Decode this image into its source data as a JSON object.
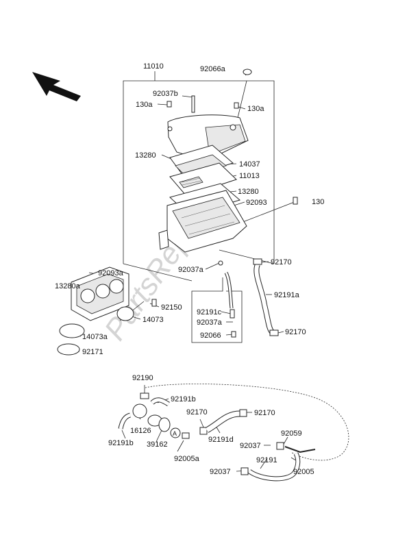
{
  "labels": {
    "p11010": "11010",
    "p92066a": "92066a",
    "p92037b": "92037b",
    "p130a_l": "130a",
    "p130a_r": "130a",
    "p13280_top": "13280",
    "p14037": "14037",
    "p11013": "11013",
    "p13280_mid": "13280",
    "p92093": "92093",
    "p130": "130",
    "p92037a_mid": "92037a",
    "p92170_mid": "92170",
    "p92093a": "92093a",
    "p13280a": "13280a",
    "p92150": "92150",
    "p14073": "14073",
    "p14073a": "14073a",
    "p92171": "92171",
    "p92191a": "92191a",
    "p92191c": "92191c",
    "p92037a_low": "92037a",
    "p92066": "92066",
    "p92170_low": "92170",
    "p92190": "92190",
    "p92191b_top": "92191b",
    "p92170_b1": "92170",
    "p92170_b2": "92170",
    "p16126": "16126",
    "p92191b_low": "92191b",
    "p39162": "39162",
    "p92191d": "92191d",
    "p92005a": "92005a",
    "p92037_b1": "92037",
    "p92059": "92059",
    "p92191": "92191",
    "p92037_b2": "92037",
    "p92005": "92005",
    "markerA": "A"
  },
  "watermark": "PartsRepublik",
  "icons": {
    "front_arrow": "arrow-up-left-icon"
  }
}
